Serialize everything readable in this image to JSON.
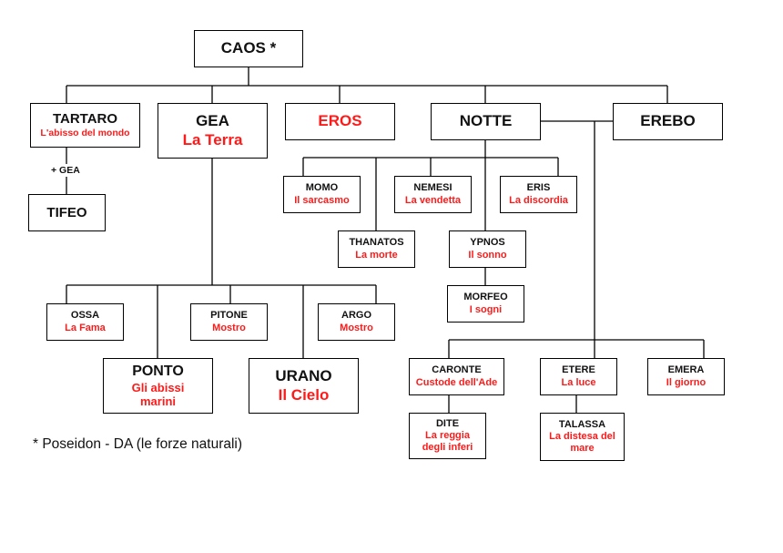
{
  "diagram": {
    "title": "Genealogia di Caos",
    "nodes": {
      "caos": {
        "name": "CAOS *",
        "desc": ""
      },
      "tartaro": {
        "name": "TARTARO",
        "desc": "L'abisso del mondo"
      },
      "gea": {
        "name": "GEA",
        "desc": "La Terra"
      },
      "eros": {
        "name": "EROS",
        "desc": ""
      },
      "notte": {
        "name": "NOTTE",
        "desc": ""
      },
      "erebo": {
        "name": "EREBO",
        "desc": ""
      },
      "tifeo": {
        "name": "TIFEO",
        "desc": ""
      },
      "momo": {
        "name": "MOMO",
        "desc": "Il sarcasmo"
      },
      "nemesi": {
        "name": "NEMESI",
        "desc": "La vendetta"
      },
      "eris": {
        "name": "ERIS",
        "desc": "La discordia"
      },
      "thanatos": {
        "name": "THANATOS",
        "desc": "La morte"
      },
      "ypnos": {
        "name": "YPNOS",
        "desc": "Il sonno"
      },
      "morfeo": {
        "name": "MORFEO",
        "desc": "I sogni"
      },
      "ossa": {
        "name": "OSSA",
        "desc": "La Fama"
      },
      "pitone": {
        "name": "PITONE",
        "desc": "Mostro"
      },
      "argo": {
        "name": "ARGO",
        "desc": "Mostro"
      },
      "ponto": {
        "name": "PONTO",
        "desc": "Gli abissi marini"
      },
      "urano": {
        "name": "URANO",
        "desc": "Il Cielo"
      },
      "caronte": {
        "name": "CARONTE",
        "desc": "Custode dell'Ade"
      },
      "etere": {
        "name": "ETERE",
        "desc": "La luce"
      },
      "emera": {
        "name": "EMERA",
        "desc": "Il giorno"
      },
      "dite": {
        "name": "DITE",
        "desc": "La reggia degli inferi"
      },
      "talassa": {
        "name": "TALASSA",
        "desc": "La distesa del mare"
      }
    },
    "edge_labels": {
      "tartaro_tifeo": "+ GEA"
    },
    "footnote": "* Poseidon - DA (le forze naturali)"
  }
}
